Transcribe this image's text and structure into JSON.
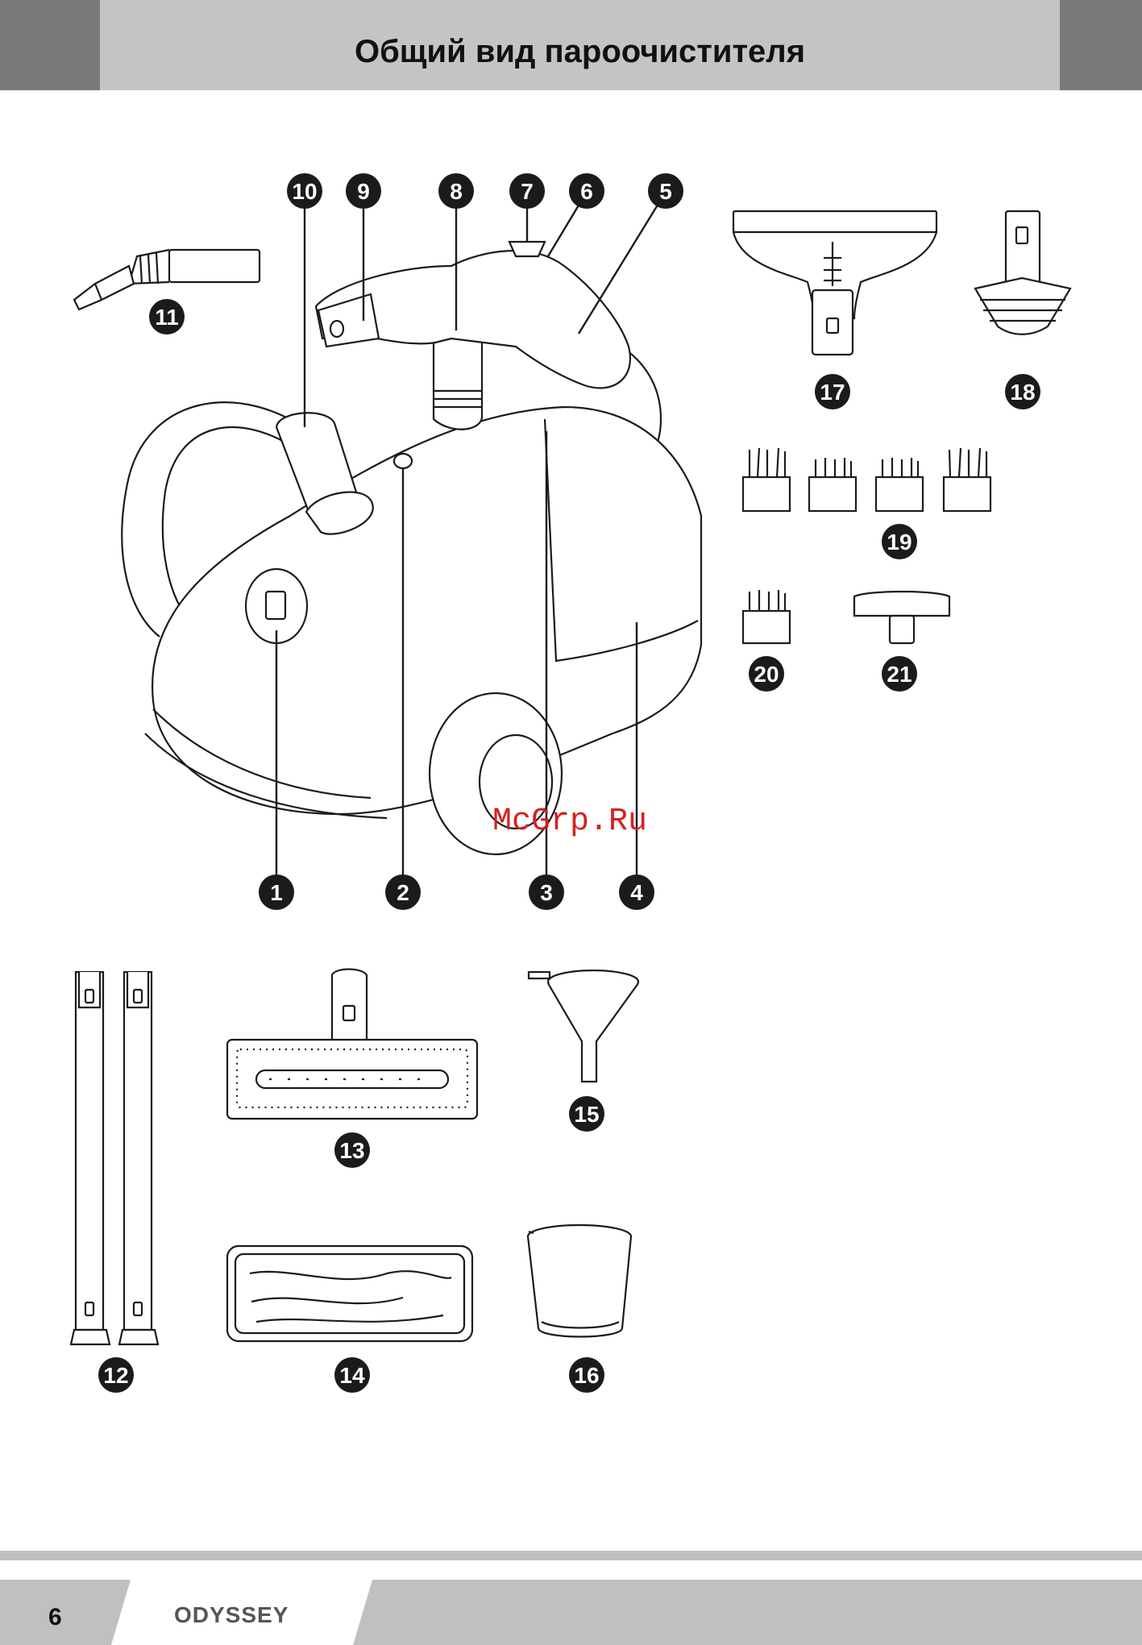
{
  "header": {
    "title": "Общий вид пароочистителя"
  },
  "callouts": [
    "1",
    "2",
    "3",
    "4",
    "5",
    "6",
    "7",
    "8",
    "9",
    "10",
    "11",
    "12",
    "13",
    "14",
    "15",
    "16",
    "17",
    "18",
    "19",
    "20",
    "21"
  ],
  "watermark": "McGrp.Ru",
  "footer": {
    "page_number": "6",
    "brand": "ODYSSEY"
  },
  "colors": {
    "header_bg": "#c4c4c4",
    "header_side": "#7a7a7a",
    "footer_gray": "#c0c0c0",
    "footer_dark": "#2b2b2b",
    "badge": "#1b1b1b",
    "watermark": "#d81e1e"
  }
}
